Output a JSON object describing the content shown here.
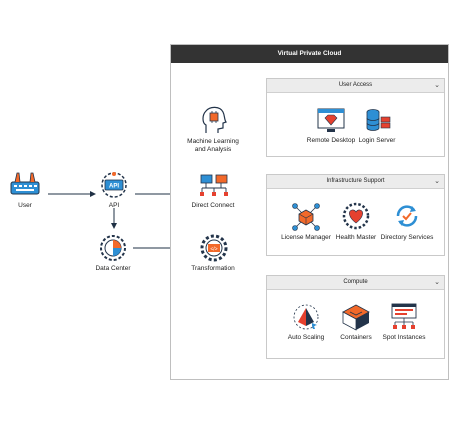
{
  "vpc": {
    "title": "Virtual Private Cloud"
  },
  "nodes": {
    "user": "User",
    "api": "API",
    "api_badge": "API",
    "data_center": "Data Center",
    "ml": "Machine Learning\nand Analysis",
    "direct_connect": "Direct Connect",
    "transformation": "Transformation"
  },
  "panels": {
    "user_access": {
      "title": "User Access",
      "items": [
        "Remote Desktop",
        "Login Server"
      ]
    },
    "infrastructure": {
      "title": "Infrastructure Support",
      "items": [
        "License Manager",
        "Health Master",
        "Directory Services"
      ]
    },
    "compute": {
      "title": "Compute",
      "items": [
        "Auto Scaling",
        "Containers",
        "Spot Instances"
      ]
    }
  },
  "icons": {
    "user": "keyboard-hands-icon",
    "api": "api-gear-icon",
    "data_center": "pie-chart-gear-icon",
    "ml": "brain-chip-head-icon",
    "direct_connect": "network-monitors-icon",
    "transformation": "code-gear-icon",
    "remote_desktop": "monitor-diamond-icon",
    "login_server": "database-server-icon",
    "license_manager": "cube-network-icon",
    "health_master": "heart-cog-icon",
    "directory_services": "refresh-check-icon",
    "auto_scaling": "pyramid-cursor-icon",
    "containers": "box-stack-icon",
    "spot_instances": "browser-network-icon"
  },
  "colors": {
    "header": "#333333",
    "orange": "#f2692a",
    "blue": "#2e8fd4",
    "navy": "#23344a",
    "red": "#e5412f",
    "arrow": "#1f3044"
  }
}
